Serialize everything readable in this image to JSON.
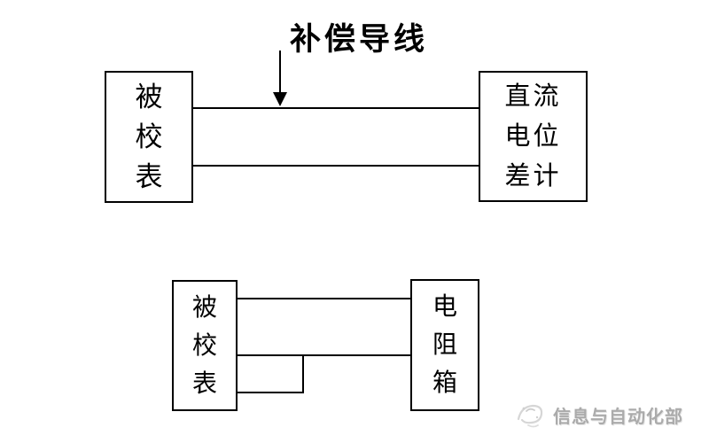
{
  "page": {
    "background": "#ffffff",
    "line_color": "#000000",
    "text_color": "#000000"
  },
  "diagram_top": {
    "label": "补偿导线",
    "left_box": {
      "lines": [
        "被",
        "校",
        "表"
      ]
    },
    "right_box": {
      "lines": [
        "直流",
        "电位",
        "差计"
      ]
    }
  },
  "diagram_bottom": {
    "left_box": {
      "lines": [
        "被",
        "校",
        "表"
      ]
    },
    "right_box": {
      "lines": [
        "电",
        "阻",
        "箱"
      ]
    }
  },
  "watermark": {
    "text": "信息与自动化部",
    "logo": "swirl-logo",
    "color": "#ababab"
  }
}
